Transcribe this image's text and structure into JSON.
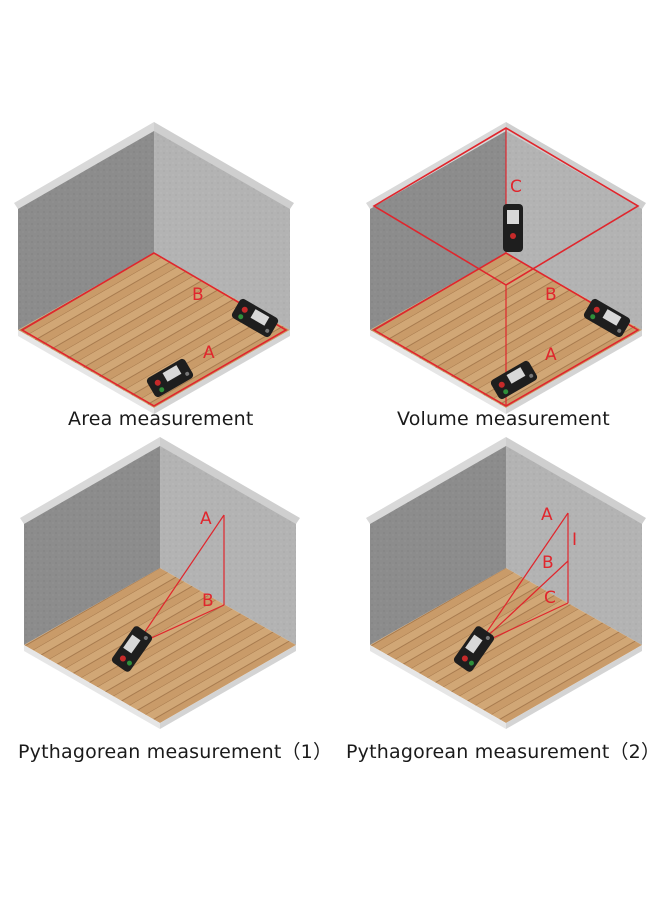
{
  "panels": [
    {
      "id": "area",
      "caption": "Area measurement",
      "labels": [
        "B",
        "A"
      ]
    },
    {
      "id": "volume",
      "caption": "Volume measurement",
      "labels": [
        "C",
        "B",
        "A"
      ]
    },
    {
      "id": "pyth1",
      "caption": "Pythagorean measurement（1）",
      "labels": [
        "A",
        "B"
      ]
    },
    {
      "id": "pyth2",
      "caption": "Pythagorean measurement（2）",
      "labels": [
        "A",
        "I",
        "B",
        "C"
      ]
    }
  ],
  "colors": {
    "laser": "#e0262d",
    "wall_left": "#8f8f8f",
    "wall_right": "#b5b5b5",
    "wall_top": "#d6d6d6",
    "floor": "#c89a68",
    "device": "#1e1e1e"
  }
}
